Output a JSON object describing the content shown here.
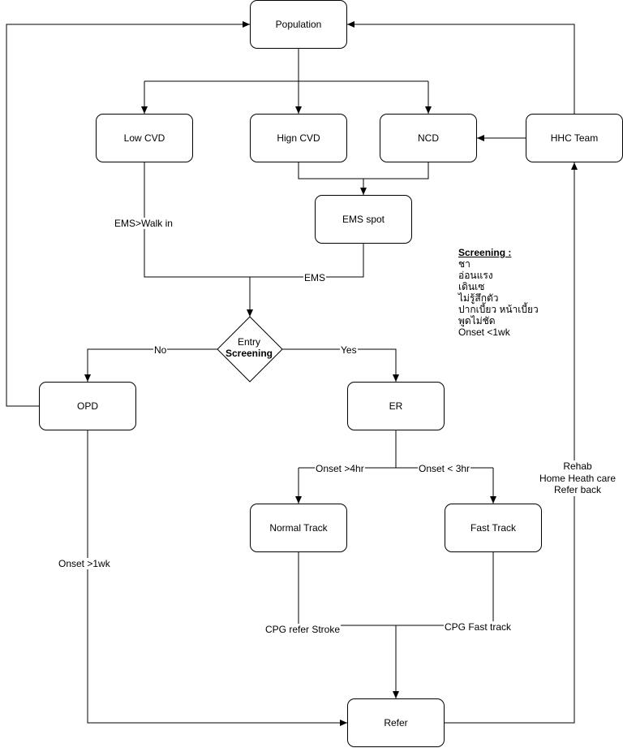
{
  "nodes": {
    "population": "Population",
    "low_cvd": "Low CVD",
    "high_cvd": "Hign CVD",
    "ncd": "NCD",
    "hhc_team": "HHC Team",
    "ems_spot": "EMS spot",
    "entry_line1": "Entry",
    "entry_line2": "Screening",
    "opd": "OPD",
    "er": "ER",
    "normal_track": "Normal Track",
    "fast_track": "Fast Track",
    "refer": "Refer"
  },
  "edges": {
    "ems_walk_in": "EMS>Walk in",
    "ems": "EMS",
    "no": "No",
    "yes": "Yes",
    "onset_gt_4hr": "Onset >4hr",
    "onset_lt_3hr": "Onset < 3hr",
    "onset_gt_1wk": "Onset >1wk",
    "cpg_refer_stroke": "CPG refer Stroke",
    "cpg_fast_track": "CPG Fast track",
    "rehab": "Rehab",
    "home_heath_care": "Home Heath care",
    "refer_back": "Refer back"
  },
  "screening_note": {
    "heading": "Screening :",
    "items": [
      "ชา",
      "อ่อนแรง",
      "เดินเซ",
      "ไม่รู้สึกตัว",
      "ปากเบี้ยว หน้าเบี้ยว",
      "พูดไม่ชัด",
      "Onset <1wk"
    ]
  },
  "colors": {
    "stroke": "#000000",
    "fill": "#ffffff",
    "text": "#000000"
  }
}
